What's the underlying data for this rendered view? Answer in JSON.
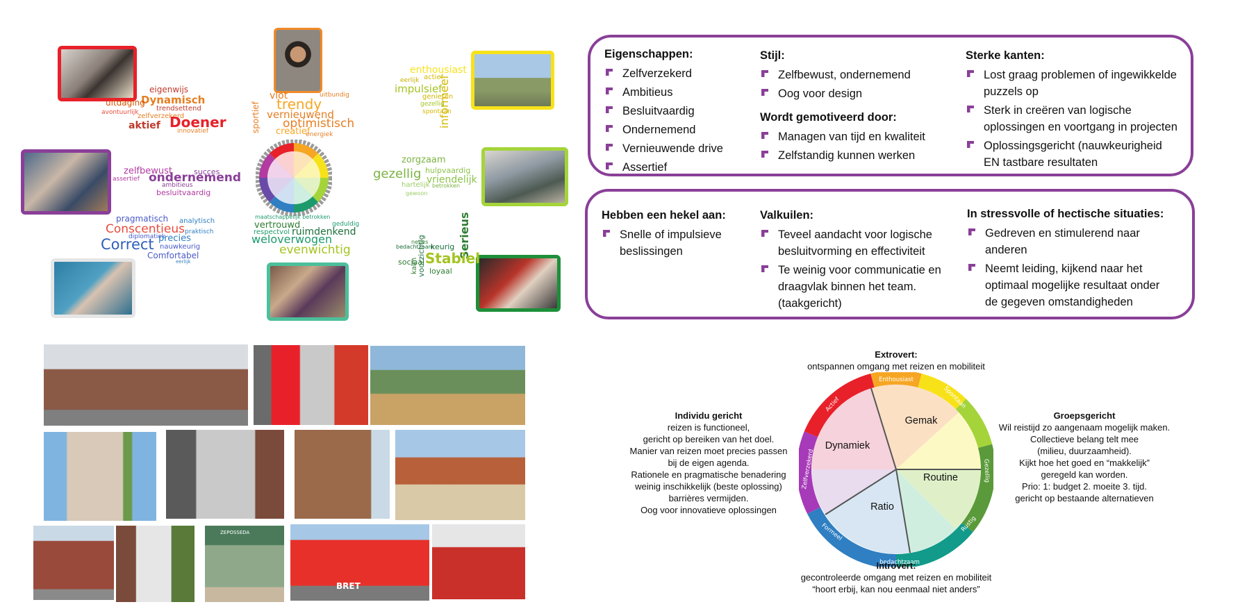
{
  "colors": {
    "accent": "#8a3f98"
  },
  "wordclouds": {
    "doener": [
      "eigenwijs",
      "Dynamisch",
      "uitdaging",
      "trendsettend",
      "avontuurlijk",
      "zelfverzekerd",
      "Doener",
      "aktief",
      "innovatief"
    ],
    "trendy": [
      "vlot",
      "uitbundig",
      "trendy",
      "vernieuwend",
      "optimistisch",
      "sportief",
      "creatief",
      "energiek"
    ],
    "informeel": [
      "enthousiast",
      "actief",
      "eerlijk",
      "impulsief",
      "genieten",
      "gezellig",
      "spontaan",
      "informeel"
    ],
    "ondernemend": [
      "zelfbewust",
      "succes",
      "ondernemend",
      "assertief",
      "ambitieus",
      "besluitvaardig"
    ],
    "zorgzaam": [
      "zorgzaam",
      "hulpvaardig",
      "gezellig",
      "vriendelijk",
      "hartelijk",
      "betrokken",
      "gewoon"
    ],
    "correct": [
      "pragmatisch",
      "analytisch",
      "Conscentieus",
      "diplomatiek",
      "praktisch",
      "precies",
      "Correct",
      "nauwkeurig",
      "Comfortabel",
      "eerlijk"
    ],
    "evenwichtig": [
      "maatschappelijk betrokken",
      "geduldig",
      "vertrouwd",
      "respectvol",
      "ruimdenkend",
      "weloverwogen",
      "evenwichtig"
    ],
    "serieus": [
      "Serieus",
      "keurig",
      "bedachtzaam",
      "netjes",
      "Stabiel",
      "sociaal",
      "loyaal",
      "voorzichtig",
      "kalm"
    ]
  },
  "panel_top": {
    "eigenschappen": {
      "title": "Eigenschappen:",
      "items": [
        "Zelfverzekerd",
        "Ambitieus",
        "Besluitvaardig",
        "Ondernemend",
        "Vernieuwende drive",
        "Assertief"
      ]
    },
    "stijl": {
      "title": "Stijl:",
      "items": [
        "Zelfbewust, ondernemend",
        "Oog voor design"
      ]
    },
    "gemotiveerd": {
      "title": "Wordt gemotiveerd door:",
      "items": [
        "Managen van tijd en kwaliteit",
        "Zelfstandig kunnen werken"
      ]
    },
    "sterk": {
      "title": "Sterke kanten:",
      "items": [
        "Lost graag problemen of ingewikkelde puzzels op",
        "Sterk in creëren van logische oplossingen en voortgang in projecten",
        "Oplossingsgericht (nauwkeurigheid EN tastbare resultaten"
      ]
    }
  },
  "panel_bottom": {
    "hekel": {
      "title": "Hebben een hekel aan:",
      "items": [
        "Snelle of impulsieve beslissingen"
      ]
    },
    "valkuilen": {
      "title": "Valkuilen:",
      "items": [
        "Teveel aandacht voor logische besluitvorming en effectiviteit",
        "Te weinig voor communicatie en draagvlak binnen het team. (taakgericht)"
      ]
    },
    "stress": {
      "title": "In stressvolle of hectische situaties:",
      "items": [
        "Gedreven en stimulerend naar anderen",
        "Neemt leiding, kijkend naar het optimaal mogelijke resultaat onder de gegeven omstandigheden"
      ]
    }
  },
  "wheel": {
    "ring_labels": [
      "Enthousiast",
      "Spontaan",
      "Gezellig",
      "Rustig",
      "bedachtzaam",
      "Formeel",
      "Zelfverzekerd",
      "Actief"
    ],
    "quadrants": [
      "Gemak",
      "Routine",
      "Ratio",
      "Dynamiek"
    ],
    "extrovert": {
      "title": "Extrovert:",
      "text": "ontspannen omgang met reizen en mobiliteit"
    },
    "introvert": {
      "title": "Introvert:",
      "line1": "gecontroleerde omgang met reizen en mobiliteit",
      "line2": "“hoort erbij, kan nou eenmaal niet anders”"
    },
    "individu": {
      "title": "Individu gericht",
      "lines": [
        "reizen is functioneel,",
        "gericht op bereiken van het doel.",
        "Manier van reizen moet precies passen",
        "bij de eigen agenda.",
        "Rationele en pragmatische benadering",
        "weinig inschikkelijk (beste oplossing)",
        "barrières vermijden.",
        "Oog voor innovatieve oplossingen"
      ]
    },
    "groep": {
      "title": "Groepsgericht",
      "lines": [
        "Wil reistijd zo aangenaam mogelijk maken.",
        "Collectieve belang telt mee",
        "(milieu, duurzaamheid).",
        "Kijkt hoe het goed en “makkelijk”",
        "geregeld kan worden.",
        "Prio: 1: budget 2. moeite 3. tijd.",
        "gericht op bestaande alternatieven"
      ]
    }
  },
  "collage_signs": {
    "bret": "BRET",
    "shop": "ZEPOSSEDA"
  }
}
